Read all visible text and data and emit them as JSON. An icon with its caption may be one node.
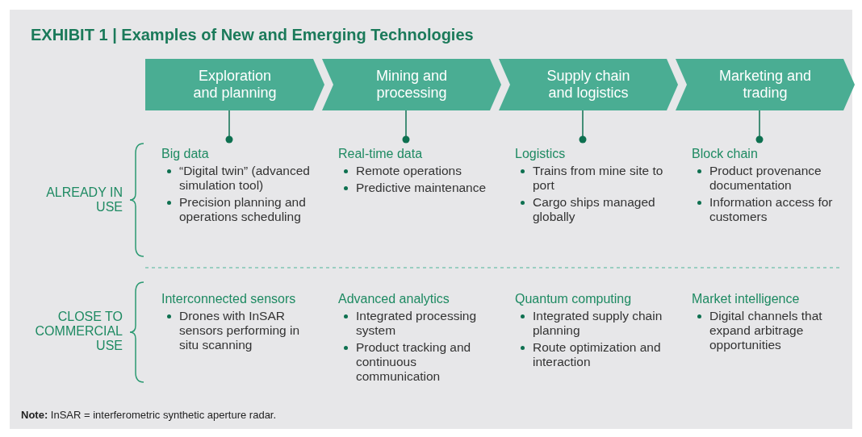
{
  "diagram": {
    "title": "EXHIBIT 1 | Examples of New and Emerging Technologies",
    "caption": "**Note:** InSAR = interferometric synthetic aperture radar.",
    "nodes": [
      {
        "text": [
          "Exploration and planning"
        ]
      },
      {
        "text": [
          "Mining and processing"
        ]
      },
      {
        "text": [
          "Supply chain and logistics"
        ]
      },
      {
        "text": [
          "Marketing and trading"
        ]
      },
      {
        "text": [
          "Big data",
          "“Digital twin” (advanced simulation tool)",
          "Precision planning and operations scheduling"
        ]
      },
      {
        "text": [
          "Real-time data",
          "Remote operations",
          "Predictive maintenance"
        ]
      },
      {
        "text": [
          "Logistics",
          "Trains from mine site to port",
          "Cargo ships managed globally"
        ]
      },
      {
        "text": [
          "Block chain",
          "Product provenance documentation",
          "Information access for customers"
        ]
      },
      {
        "text": [
          "Interconnected sensors",
          "Drones with InSAR sensors performing in situ scanning"
        ]
      },
      {
        "text": [
          "Advanced analytics",
          "Integrated processing system",
          "Product tracking and continuous communication"
        ]
      },
      {
        "text": [
          "Quantum computing",
          "Integrated supply chain planning",
          "Route optimization and interaction"
        ]
      },
      {
        "text": [
          "Market intelligence",
          "Digital channels that expand arbitrage opportunities"
        ]
      }
    ],
    "edges": [
      {
        "from": 0,
        "to": 4,
        "arrow": "other"
      },
      {
        "from": 1,
        "to": 5,
        "arrow": "other"
      },
      {
        "from": 2,
        "to": 6,
        "arrow": "other"
      },
      {
        "from": 3,
        "to": 7,
        "arrow": "other"
      }
    ],
    "labels": [
      "ALREADY IN USE",
      "CLOSE TO COMMERCIAL USE"
    ]
  }
}
